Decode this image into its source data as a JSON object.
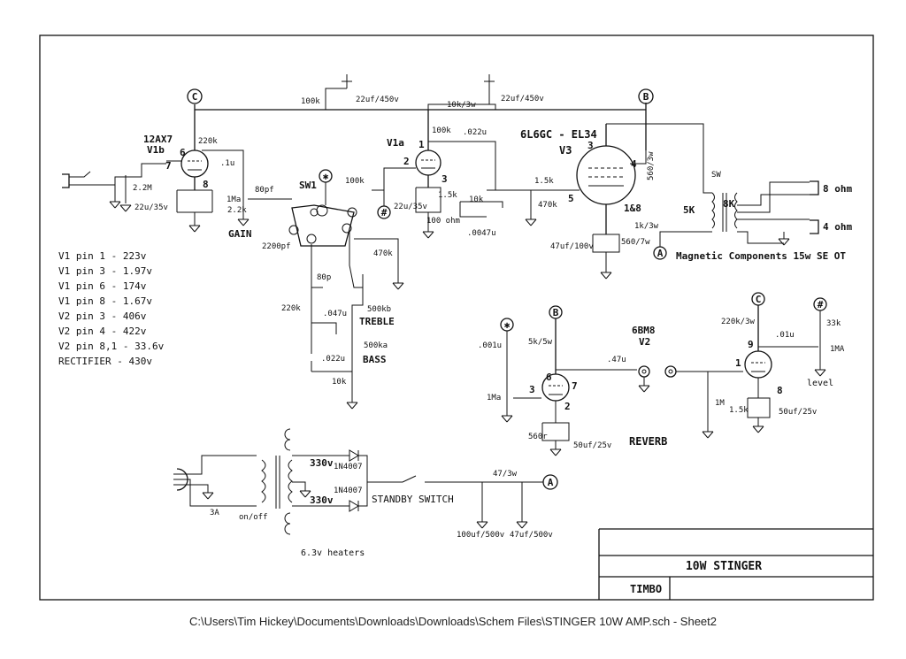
{
  "labels": {
    "v1b_tube": "12AX7",
    "v1b": "V1b",
    "v1a": "V1a",
    "v3_tube": "6L6GC - EL34",
    "v3": "V3",
    "v2_tube": "6BM8",
    "v2": "V2",
    "gain": "GAIN",
    "sw1": "SW1",
    "treble": "TREBLE",
    "bass": "BASS",
    "reverb": "REVERB",
    "level": "level",
    "magnetic": "Magnetic Components 15w SE OT",
    "sw": "SW",
    "k5": "5K",
    "k8": "8K",
    "ohm8": "8 ohm",
    "ohm4": "4 ohm",
    "standby": "STANDBY SWITCH",
    "heaters": "6.3v heaters",
    "onoff": "on/off",
    "fuse": "3A",
    "pins_18": "1&8"
  },
  "nodes": {
    "c": "C",
    "b": "B",
    "a": "A",
    "star": "✱",
    "hash": "#"
  },
  "pins": {
    "p7": "7",
    "p6": "6",
    "p8": "8",
    "p1": "1",
    "p2": "2",
    "p3": "3",
    "p4": "4",
    "p5": "5",
    "p9": "9"
  },
  "components": {
    "r100k_top": "100k",
    "c22uf450_a": "22uf/450v",
    "r10k3w": "10k/3w",
    "c22uf450_b": "22uf/450v",
    "r220k": "220k",
    "c1u": ".1u",
    "r2m2": "2.2M",
    "c22u35v_a": "22u/35v",
    "r2k2": "2.2k",
    "r1ma": "1Ma",
    "c80pf": "80pf",
    "r100k_sw": "100k",
    "r100k_v1a": "100k",
    "c022u_top": ".022u",
    "c22u35v_b": "22u/35v",
    "r1k5_a": "1.5k",
    "r100ohm": "100 ohm",
    "r10k_mid": "10k",
    "c0047u": ".0047u",
    "r1k5_b": "1.5k",
    "r470k_a": "470k",
    "r560_3w": "560/3w",
    "r1k3w": "1k/3w",
    "c47uf100v": "47uf/100v",
    "r560_7w": "560/7w",
    "c2200pf": "2200pf",
    "r470k_b": "470k",
    "c80p": "80p",
    "r220k_tone": "220k",
    "c047u": ".047u",
    "r500kb": "500kb",
    "r500ka": "500ka",
    "c022u_tone": ".022u",
    "r10k_tone": "10k",
    "c001u": ".001u",
    "r1ma_rev": "1Ma",
    "r5k5w": "5k/5w",
    "c47u": ".47u",
    "r560r": "560r",
    "c50uf25v_a": "50uf/25v",
    "r1m": "1M",
    "r220k3w": "220k/3w",
    "c01u": ".01u",
    "r33k": "33k",
    "r1ma_lvl": "1MA",
    "r1k5_c": "1.5k",
    "c50uf25v_b": "50uf/25v",
    "v330_a": "330v",
    "v330_b": "330v",
    "d1": "1N4007",
    "d2": "1N4007",
    "r47_3w": "47/3w",
    "c100uf500v": "100uf/500v",
    "c47uf500v": "47uf/500v"
  },
  "voltages": [
    "V1 pin 1 - 223v",
    "V1 pin 3 - 1.97v",
    "V1 pin 6 - 174v",
    "V1 pin 8 - 1.67v",
    "V2 pin 3 - 406v",
    "V2 pin 4 - 422v",
    "V2 pin 8,1 - 33.6v",
    "RECTIFIER - 430v"
  ],
  "title_block": {
    "title": "10W STINGER",
    "author": "TIMBO"
  },
  "file_path": "C:\\Users\\Tim Hickey\\Documents\\Downloads\\Downloads\\Schem Files\\STINGER 10W AMP.sch  -  Sheet2"
}
